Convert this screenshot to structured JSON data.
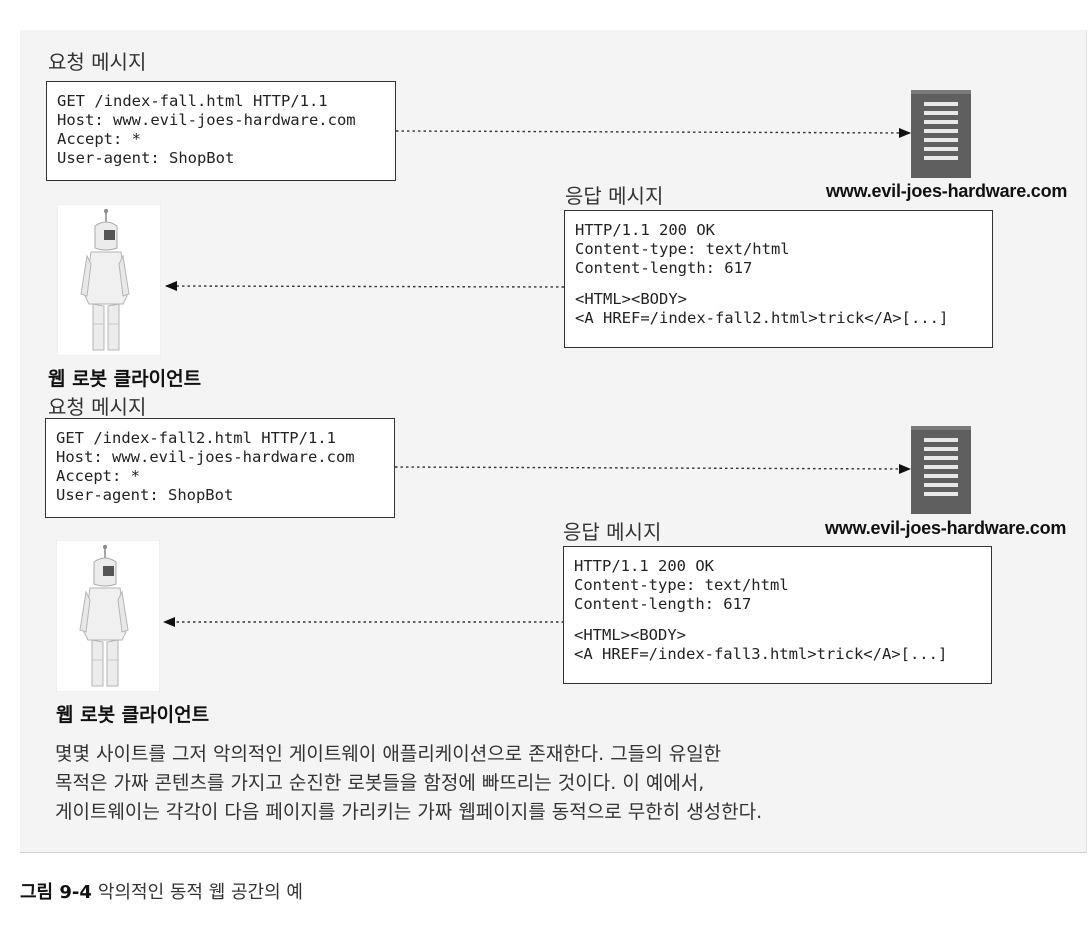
{
  "sections": [
    {
      "request_label": "요청 메시지",
      "request_lines": [
        "GET /index-fall.html HTTP/1.1",
        "Host: www.evil-joes-hardware.com",
        "Accept: *",
        "User-agent: ShopBot"
      ],
      "server_host": "www.evil-joes-hardware.com",
      "response_label": "응답 메시지",
      "response_lines": [
        "HTTP/1.1 200 OK",
        "Content-type: text/html",
        "Content-length: 617"
      ],
      "response_body_lines": [
        "<HTML><BODY>",
        "<A HREF=/index-fall2.html>trick</A>[...]"
      ],
      "client_label": "웹 로봇 클라이언트"
    },
    {
      "request_label": "요청 메시지",
      "request_lines": [
        "GET /index-fall2.html HTTP/1.1",
        "Host: www.evil-joes-hardware.com",
        "Accept: *",
        "User-agent: ShopBot"
      ],
      "server_host": "www.evil-joes-hardware.com",
      "response_label": "응답 메시지",
      "response_lines": [
        "HTTP/1.1 200 OK",
        "Content-type: text/html",
        "Content-length: 617"
      ],
      "response_body_lines": [
        "<HTML><BODY>",
        "<A HREF=/index-fall3.html>trick</A>[...]"
      ],
      "client_label": "웹 로봇 클라이언트"
    }
  ],
  "description_lines": [
    "몇몇 사이트를 그저 악의적인 게이트웨이 애플리케이션으로 존재한다. 그들의 유일한",
    "목적은 가짜 콘텐츠를 가지고 순진한 로봇들을 함정에 빠뜨리는 것이다. 이 예에서,",
    "게이트웨이는 각각이 다음 페이지를 가리키는 가짜 웹페이지를 동적으로 무한히 생성한다."
  ],
  "figure": {
    "number": "그림 9-4",
    "title": "악의적인 동적 웹 공간의 예"
  },
  "icons": {
    "server": "server-icon",
    "robot": "robot-icon"
  }
}
